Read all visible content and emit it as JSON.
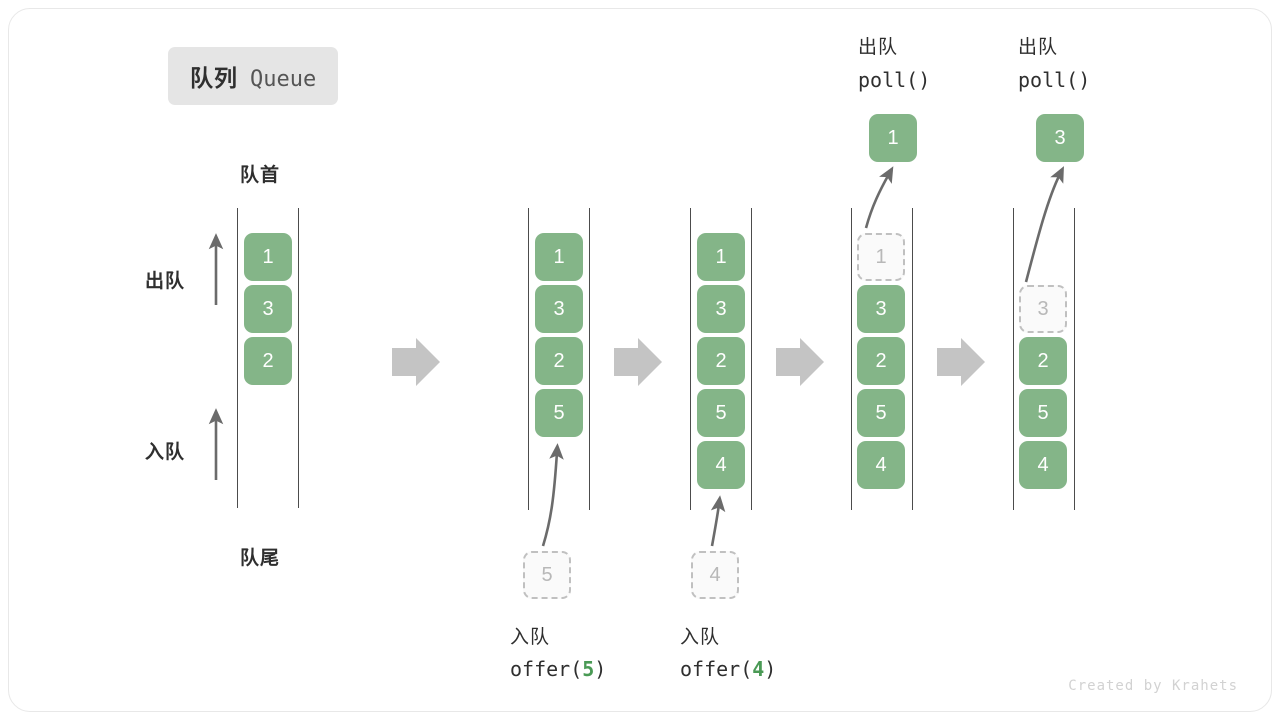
{
  "title": {
    "cn": "队列",
    "en": "Queue"
  },
  "labels": {
    "head": "队首",
    "tail": "队尾",
    "dequeue": "出队",
    "enqueue": "入队"
  },
  "watermark": "Created by Krahets",
  "colors": {
    "cell_fill": "#84b588",
    "cell_text": "#ffffff",
    "ghost_fill": "#fafafa",
    "ghost_border": "#c0c0c0",
    "ghost_text": "#b8b8b8",
    "rail": "#4c4c4c",
    "arrow_gray": "#c4c4c4",
    "arrow_dark": "#6b6b6b",
    "badge_bg": "#e5e5e5",
    "accent_green": "#4a9a55",
    "text": "#2f2f2f"
  },
  "columns": [
    {
      "name": "initial",
      "cells": [
        "1",
        "3",
        "2"
      ],
      "ghost_index": null
    },
    {
      "name": "after-offer-5",
      "cells": [
        "1",
        "3",
        "2",
        "5"
      ],
      "ghost_index": null
    },
    {
      "name": "after-offer-4",
      "cells": [
        "1",
        "3",
        "2",
        "5",
        "4"
      ],
      "ghost_index": null
    },
    {
      "name": "poll-1",
      "cells": [
        "1",
        "3",
        "2",
        "5",
        "4"
      ],
      "ghost_index": 0
    },
    {
      "name": "poll-3",
      "cells": [
        "",
        "3",
        "2",
        "5",
        "4"
      ],
      "ghost_index": 1
    }
  ],
  "operations": {
    "offer_5": {
      "cn": "入队",
      "code_pre": "offer(",
      "code_num": "5",
      "code_post": ")",
      "incoming_value": "5"
    },
    "offer_4": {
      "cn": "入队",
      "code_pre": "offer(",
      "code_num": "4",
      "code_post": ")",
      "incoming_value": "4"
    },
    "poll_1": {
      "cn": "出队",
      "code": "poll()",
      "popped_value": "1"
    },
    "poll_2": {
      "cn": "出队",
      "code": "poll()",
      "popped_value": "3"
    }
  }
}
